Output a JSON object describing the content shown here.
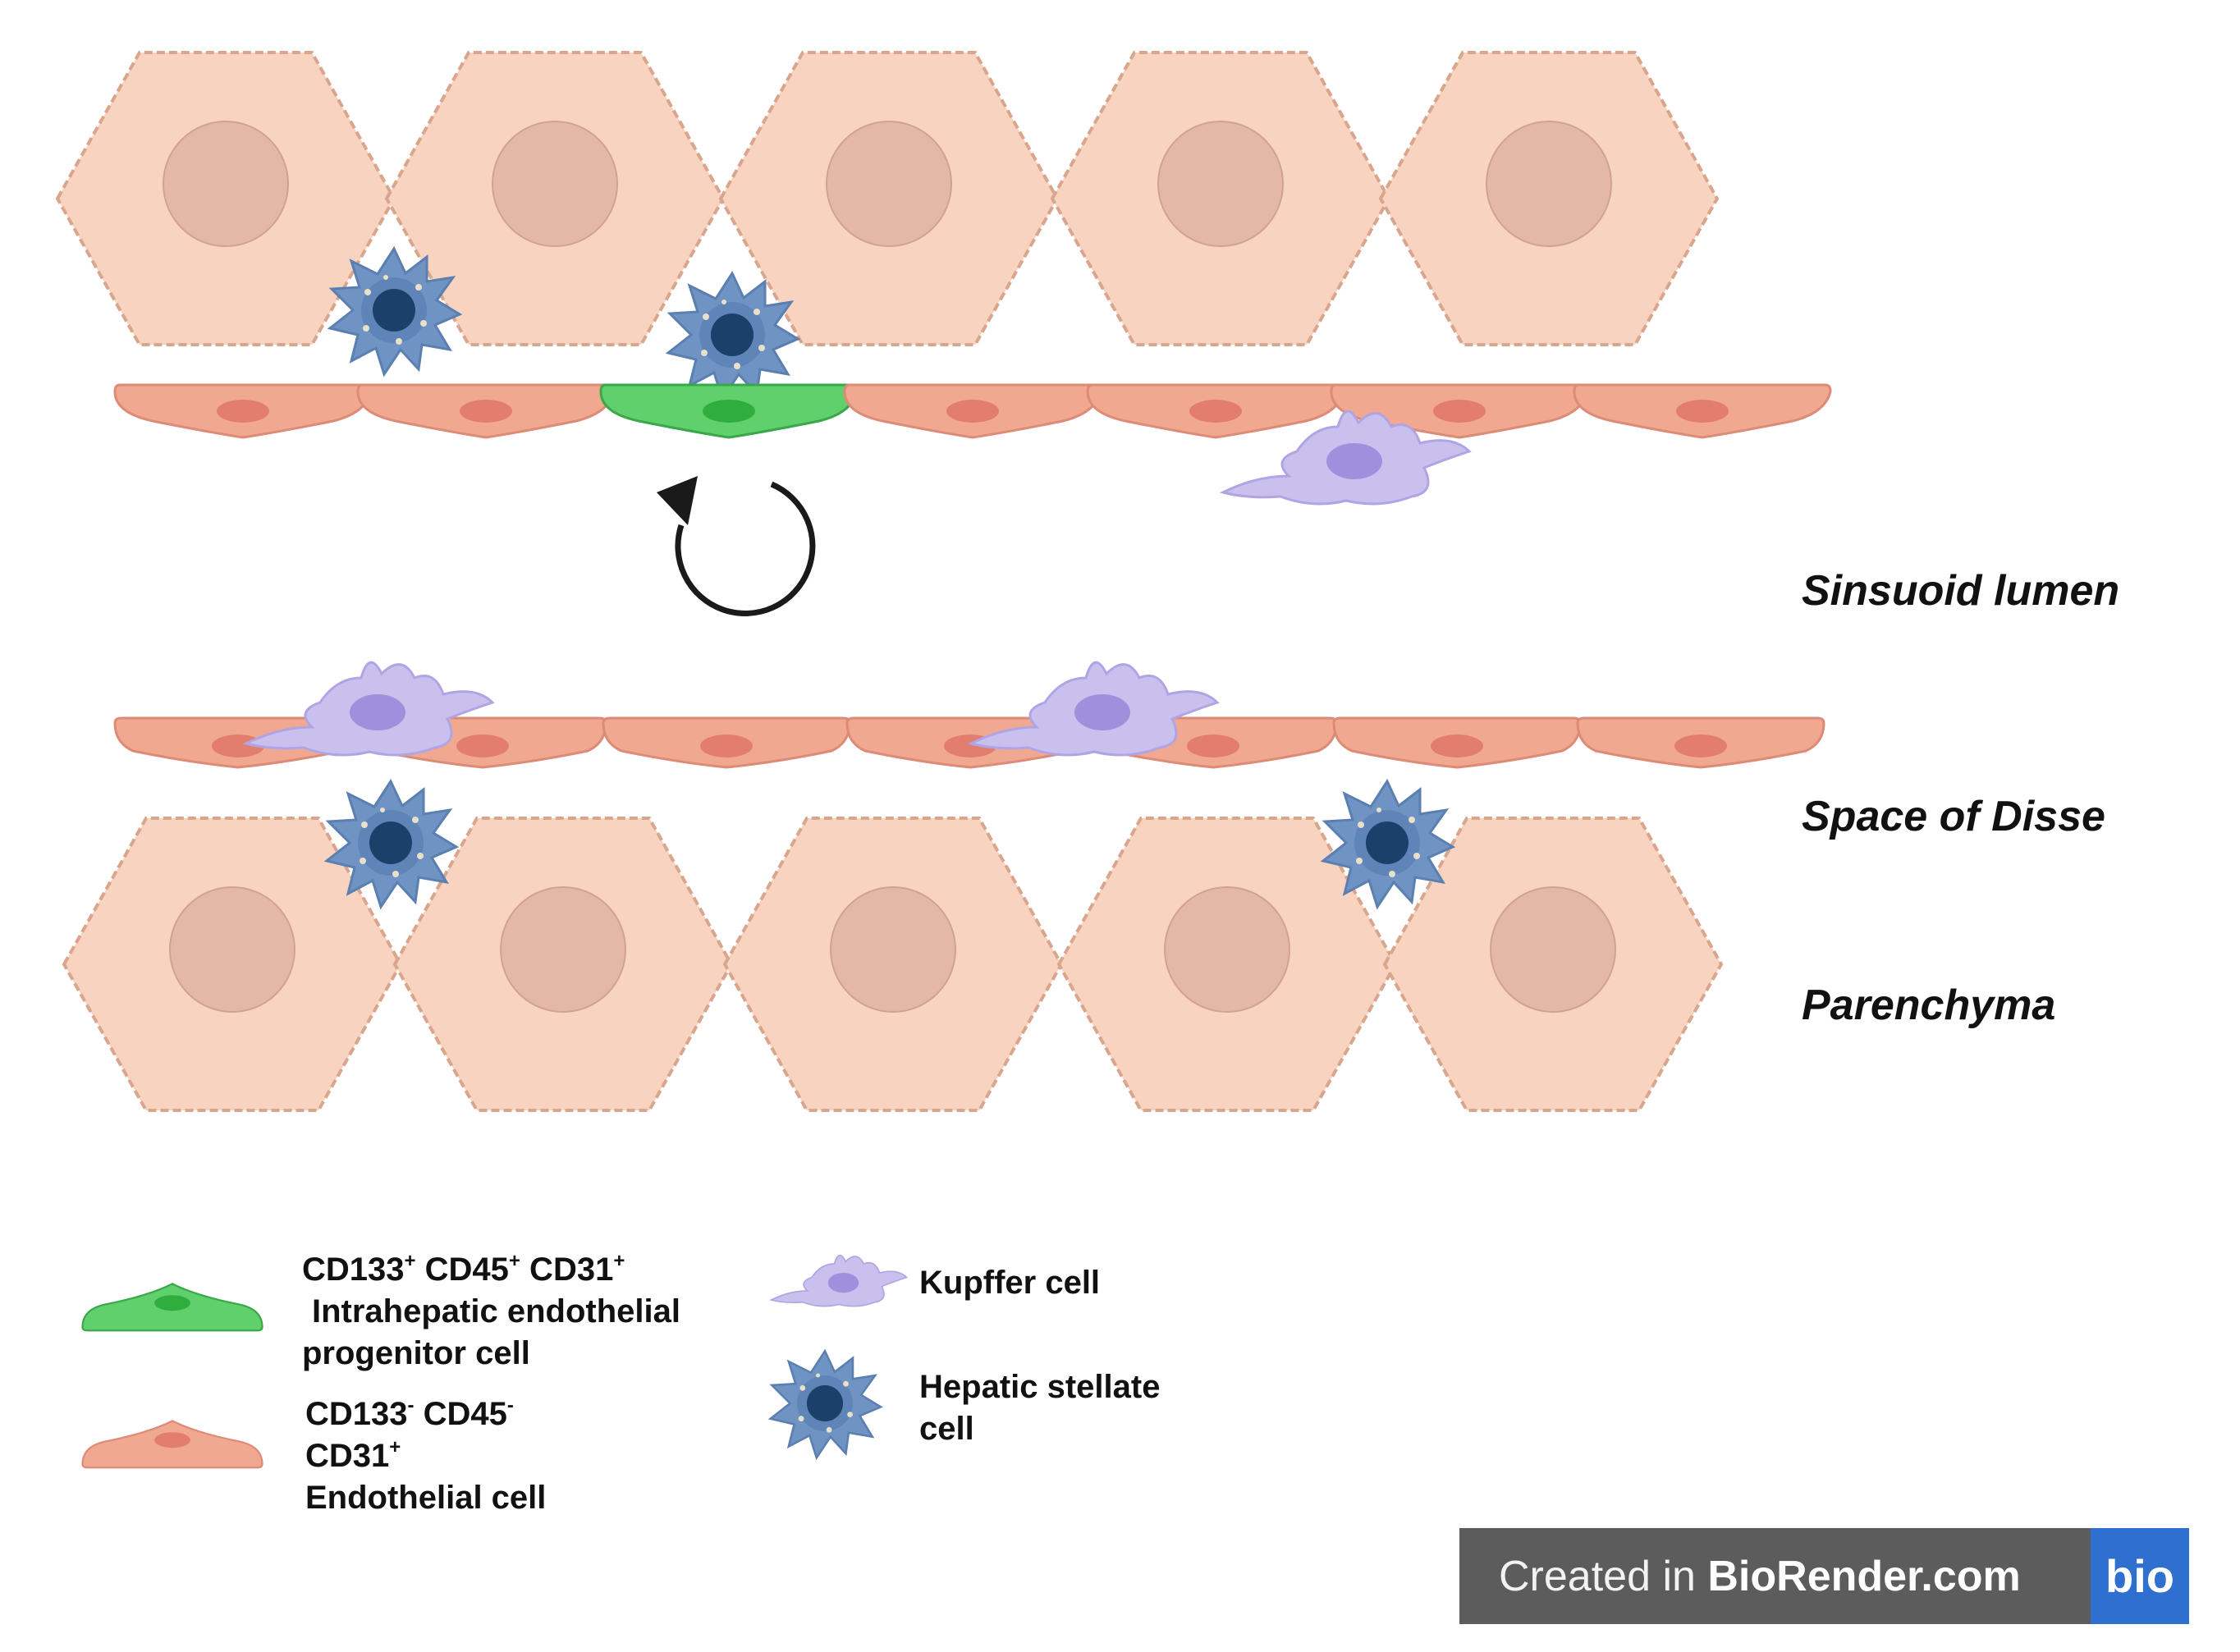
{
  "regions": {
    "lumen": "Sinsuoid lumen",
    "disse": "Space of Disse",
    "parenchyma": "Parenchyma"
  },
  "legend": {
    "progenitor": {
      "line1": "CD133",
      "line1_sup1": "+",
      "line1_b": " CD45",
      "line1_sup2": "+",
      "line1_c": " CD31",
      "line1_sup3": "+",
      "line2": "Intrahepatic endothelial",
      "line3": "progenitor cell"
    },
    "endothelial": {
      "line1": "CD133",
      "line1_sup1": "-",
      "line1_b": " CD45",
      "line1_sup2": "-",
      "line2": "CD31",
      "line2_sup": "+",
      "line3": "Endothelial cell"
    },
    "kupffer": "Kupffer cell",
    "stellate": {
      "line1": "Hepatic stellate",
      "line2": "cell"
    }
  },
  "badge": {
    "prefix": "Created in ",
    "brand": "BioRender.com",
    "logo": "bio"
  },
  "icons": [
    "hepatocyte-icon",
    "endothelial-cell-icon",
    "progenitor-cell-icon",
    "kupffer-cell-icon",
    "stellate-cell-icon",
    "self-renewal-arrow-icon"
  ],
  "colors": {
    "hepatocyte": "#f8d4c0",
    "hepatocyte_nucleus": "#e3b9a6",
    "endothelial": "#f0a891",
    "endothelial_nucleus": "#e37d6d",
    "progenitor": "#5fd06b",
    "progenitor_nucleus": "#2fae3e",
    "kupffer": "#c9c0ee",
    "kupffer_nucleus": "#9f8fdc",
    "stellate": "#6f94c4",
    "stellate_nucleus": "#1b416b",
    "badge_bg": "#5c5c5c",
    "badge_logo": "#2f6fd0"
  }
}
